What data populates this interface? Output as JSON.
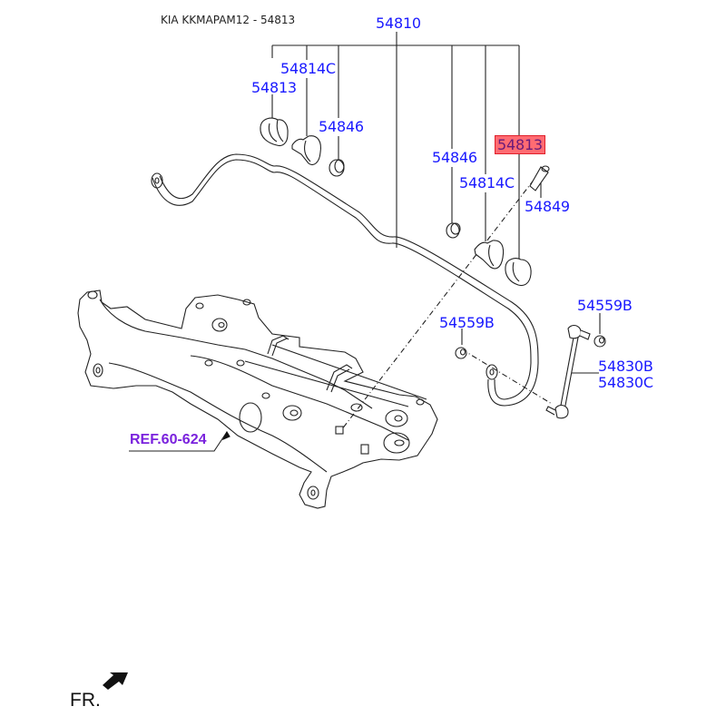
{
  "header": {
    "title": "KIA KKMAPAM12 - 54813"
  },
  "diagram": {
    "assembly_label": "54810",
    "highlighted_part": "54813",
    "highlight_color": "#ff6b72",
    "label_color": "#1a1aff",
    "ref_color": "#7a22dd",
    "labels": {
      "left_bushing": "54813",
      "left_bracket": "54814C",
      "left_collar": "54846",
      "right_collar": "54846",
      "right_bracket": "54814C",
      "right_bushing": "54813",
      "bolt": "54849",
      "nut_left": "54559B",
      "nut_right": "54559B",
      "link_b": "54830B",
      "link_c": "54830C"
    },
    "reference": "REF.60-624",
    "direction": "FR."
  }
}
